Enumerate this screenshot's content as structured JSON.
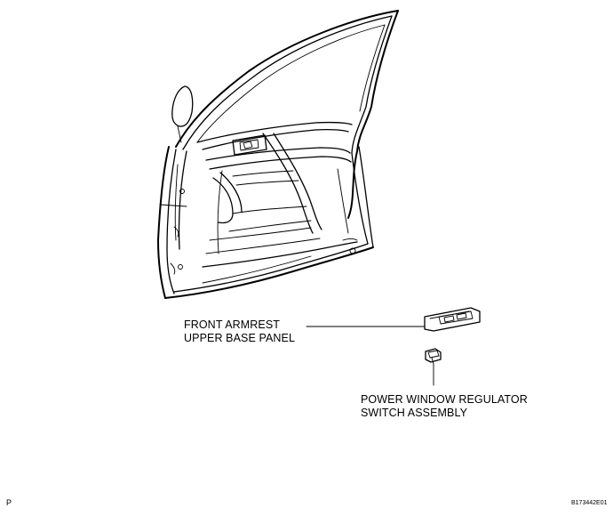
{
  "labels": {
    "armrest_line1": "FRONT ARMREST",
    "armrest_line2": "UPPER BASE PANEL",
    "switch_line1": "POWER WINDOW REGULATOR",
    "switch_line2": "SWITCH ASSEMBLY"
  },
  "figure_code": "B173442E01",
  "corner_mark": "P"
}
